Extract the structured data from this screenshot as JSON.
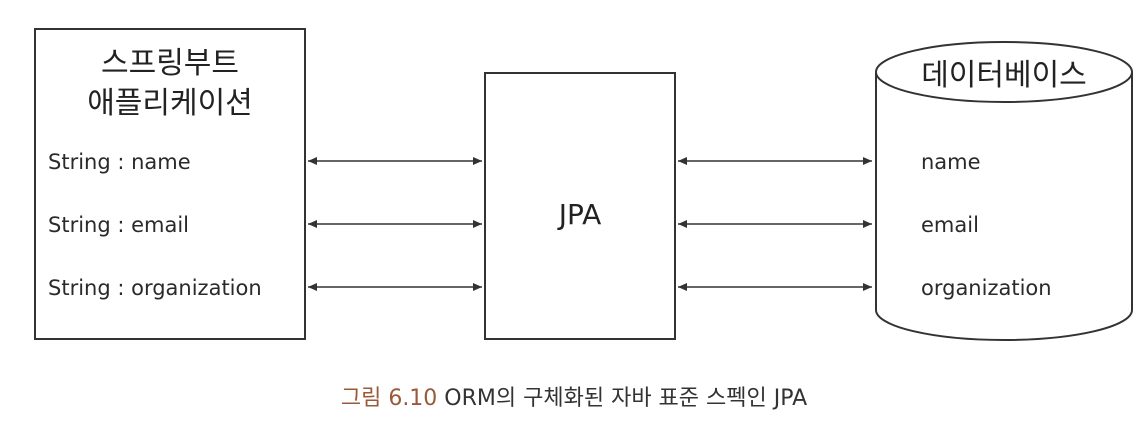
{
  "app": {
    "title_line1": "스프링부트",
    "title_line2": "애플리케이션",
    "fields": [
      "String : name",
      "String : email",
      "String : organization"
    ]
  },
  "jpa": {
    "label": "JPA"
  },
  "db": {
    "title": "데이터베이스",
    "fields": [
      "name",
      "email",
      "organization"
    ]
  },
  "caption": {
    "figure": "그림 6.10",
    "text": " ORM의 구체화된 자바 표준 스펙인 JPA"
  },
  "colors": {
    "line": "#333333",
    "caption_accent": "#9a5a3a"
  }
}
